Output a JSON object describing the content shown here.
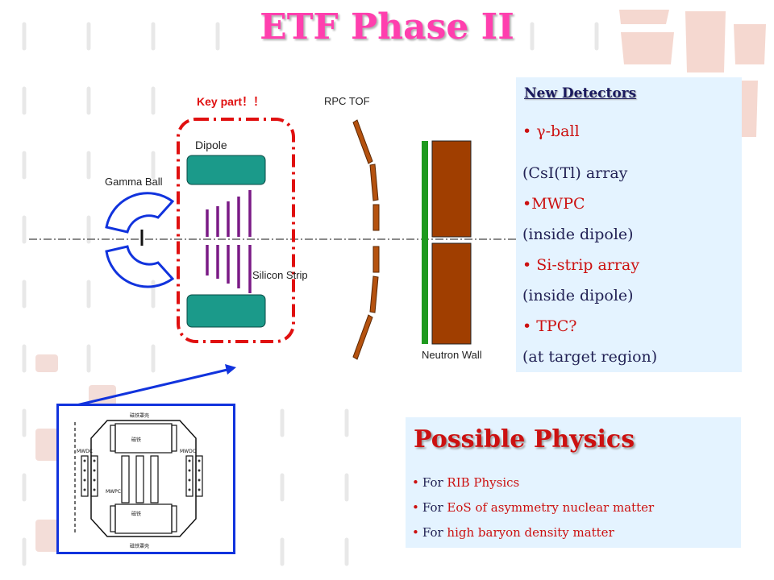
{
  "title": "ETF Phase II",
  "diagram": {
    "key_part_label": "Key part！！",
    "rpc_tof_label": "RPC TOF",
    "dipole_label": "Dipole",
    "gamma_ball_label": "Gamma Ball",
    "silicon_strip_label": "Silicon Strip",
    "neutron_wall_label": "Neutron Wall",
    "colors": {
      "magnet": "#1b9a8a",
      "strips": "#7a1a86",
      "gamma_ball": "#1133dd",
      "rpc": "#b5520f",
      "neutron_wall": "#a03e00",
      "neutron_wall_front": "#1e9a1e",
      "key_part_outline": "#e01010"
    }
  },
  "new_detectors": {
    "title": "New Detectors",
    "items": [
      {
        "text": "•  γ-ball",
        "style": "red"
      },
      {
        "text": "(CsI(Tl) array",
        "style": "dark"
      },
      {
        "text": "•MWPC",
        "style": "red"
      },
      {
        "text": "(inside dipole)",
        "style": "dark"
      },
      {
        "text": "•  Si-strip array",
        "style": "red"
      },
      {
        "text": "(inside dipole)",
        "style": "dark"
      },
      {
        "text": "•  TPC?",
        "style": "red"
      },
      {
        "text": "(at target region)",
        "style": "dark"
      }
    ]
  },
  "possible_physics": {
    "title": "Possible Physics",
    "items": [
      {
        "prefix": "For ",
        "text": "RIB Physics"
      },
      {
        "prefix": "For ",
        "text": "EoS of  asymmetry nuclear matter"
      },
      {
        "prefix": "For ",
        "text": "high baryon density matter"
      }
    ]
  },
  "inset": {
    "mwdc_left": "MWDC",
    "mwdc_right": "MWDC",
    "mwpc": "MWPC",
    "magnet_top": "磁铁",
    "magnet_bottom": "磁铁",
    "cover_top": "磁铁罩壳",
    "cover_bottom": "磁铁罩壳"
  }
}
